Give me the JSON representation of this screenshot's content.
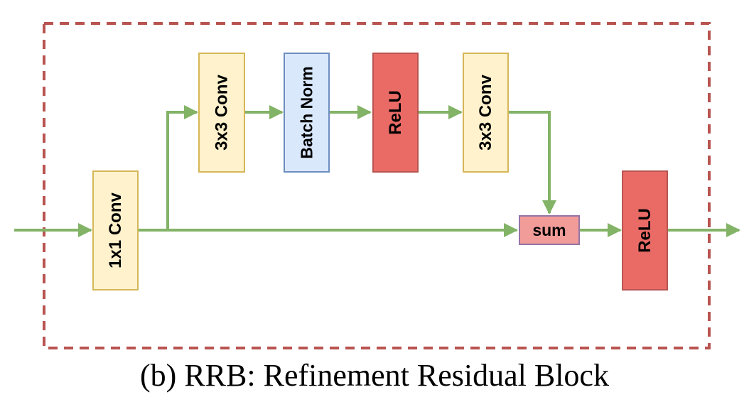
{
  "caption": "(b) RRB: Refinement Residual Block",
  "blocks": {
    "conv1x1": "1x1 Conv",
    "conv3x3_a": "3x3 Conv",
    "batch_norm": "Batch Norm",
    "relu_a": "ReLU",
    "conv3x3_b": "3x3 Conv",
    "sum": "sum",
    "relu_b": "ReLU"
  },
  "colors": {
    "conv_fill": "#fff2cc",
    "conv_stroke": "#d6b656",
    "bn_fill": "#dae8fc",
    "bn_stroke": "#6c8ebf",
    "relu_fill": "#ea6b66",
    "relu_stroke": "#b85450",
    "sum_fill": "#f19c99",
    "sum_stroke": "#9673a6",
    "arrow": "#82b366",
    "frame": "#b85450"
  }
}
